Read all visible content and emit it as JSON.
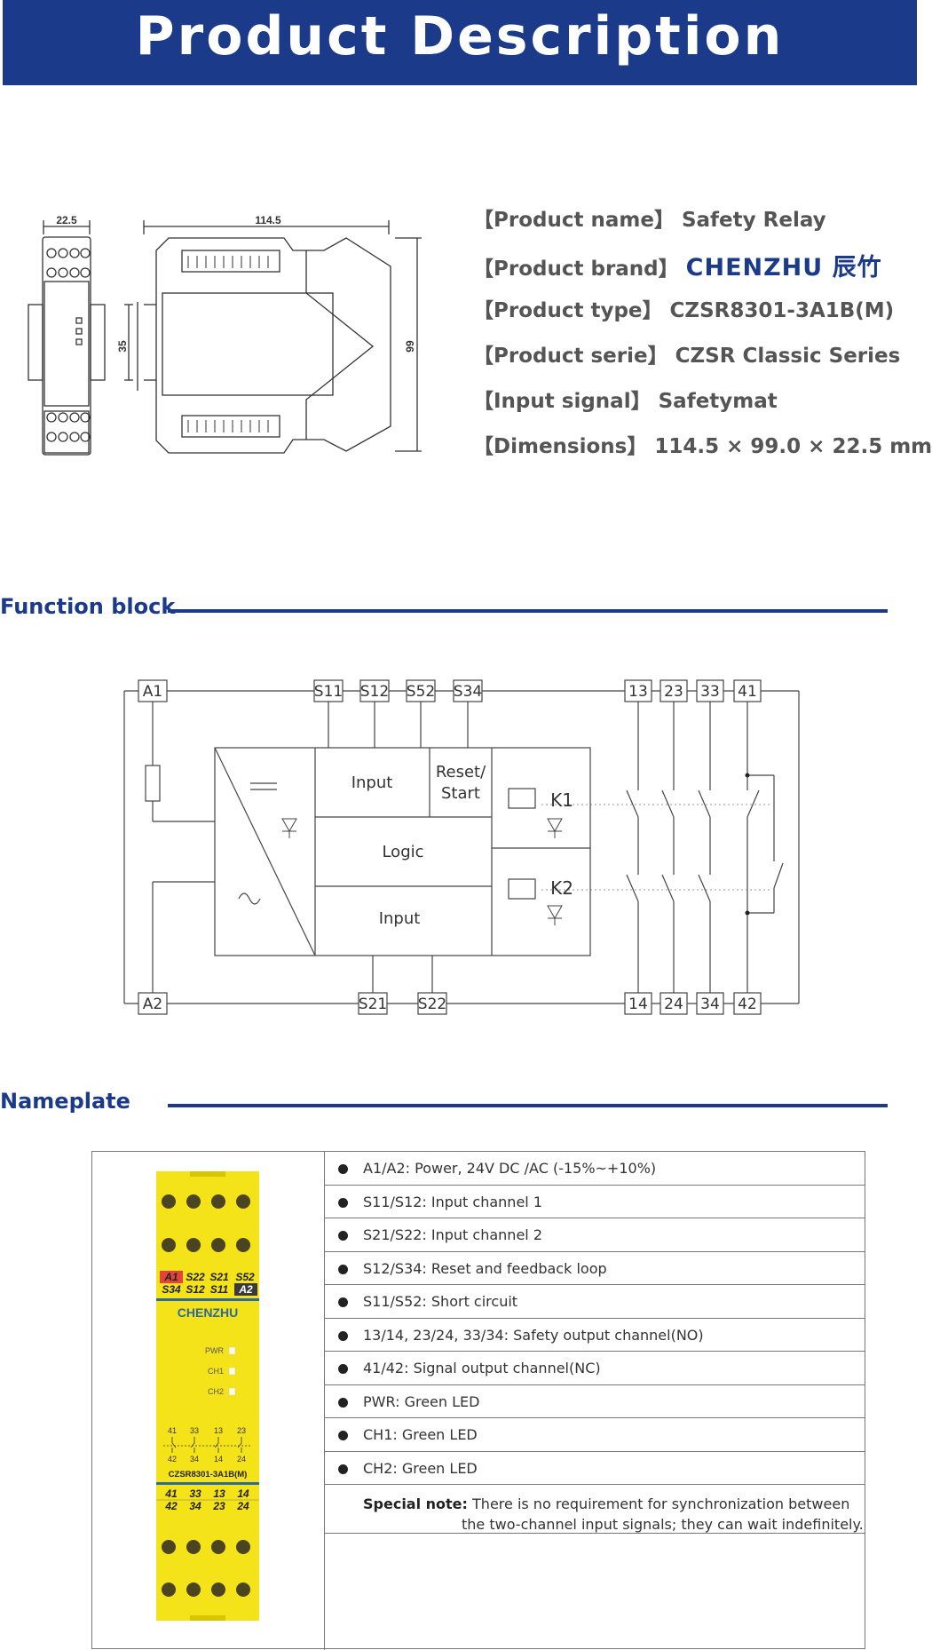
{
  "header": {
    "title": "Product Description"
  },
  "drawing": {
    "dim_width": "22.5",
    "dim_length": "114.5",
    "dim_rail": "35",
    "dim_height": "99"
  },
  "specs": [
    {
      "label": "【Product name】",
      "value": "Safety Relay"
    },
    {
      "label": "【Product brand】",
      "value": "",
      "logo_text": "CHENZHU",
      "logo_cn": "辰竹"
    },
    {
      "label": "【Product type】",
      "value": "CZSR8301-3A1B(M)"
    },
    {
      "label": "【Product serie】",
      "value": "CZSR Classic Series"
    },
    {
      "label": "【Input signal】",
      "value": "Safetymat"
    },
    {
      "label": "【Dimensions】",
      "value": "114.5 × 99.0 × 22.5 mm"
    }
  ],
  "function_block": {
    "title": "Function block",
    "terminals_top": [
      "A1",
      "S11",
      "S12",
      "S52",
      "S34",
      "13",
      "23",
      "33",
      "41"
    ],
    "terminals_bottom": [
      "A2",
      "S21",
      "S22",
      "14",
      "24",
      "34",
      "42"
    ],
    "blocks": {
      "input_top": "Input",
      "reset_line1": "Reset/",
      "reset_line2": "Start",
      "logic": "Logic",
      "input_bottom": "Input",
      "k1": "K1",
      "k2": "K2"
    }
  },
  "nameplate": {
    "title": "Nameplate",
    "rows": [
      "A1/A2: Power, 24V DC /AC  (-15%~+10%)",
      "S11/S12: Input channel 1",
      "S21/S22: Input channel 2",
      "S12/S34: Reset and feedback loop",
      "S11/S52: Short circuit",
      "13/14, 23/24, 33/34: Safety output channel(NO)",
      "41/42: Signal output channel(NC)",
      "PWR: Green LED",
      "CH1: Green LED",
      "CH2: Green LED"
    ],
    "note_label": "Special note:",
    "note_line1": " There is no requirement for synchronization between",
    "note_line2": "the two-channel input signals; they can wait indefinitely.",
    "device": {
      "top_labels_row1": [
        "A1",
        "S22",
        "S21",
        "S52"
      ],
      "top_labels_row2": [
        "S34",
        "S12",
        "S11",
        "A2"
      ],
      "brand": "CHENZHU",
      "leds": [
        "PWR",
        "CH1",
        "CH2"
      ],
      "contacts_top": [
        "41",
        "33",
        "13",
        "23"
      ],
      "contacts_bottom": [
        "42",
        "34",
        "14",
        "24"
      ],
      "model": "CZSR8301-3A1B(M)",
      "bottom_labels_row1": [
        "41",
        "33",
        "13",
        "14"
      ],
      "bottom_labels_row2": [
        "42",
        "34",
        "23",
        "24"
      ]
    }
  },
  "colors": {
    "brand_blue": "#1b3a8a",
    "device_yellow": "#f5e31a",
    "label_red": "#e2443c",
    "label_dark": "#3a3a3a",
    "text_gray": "#555555"
  }
}
